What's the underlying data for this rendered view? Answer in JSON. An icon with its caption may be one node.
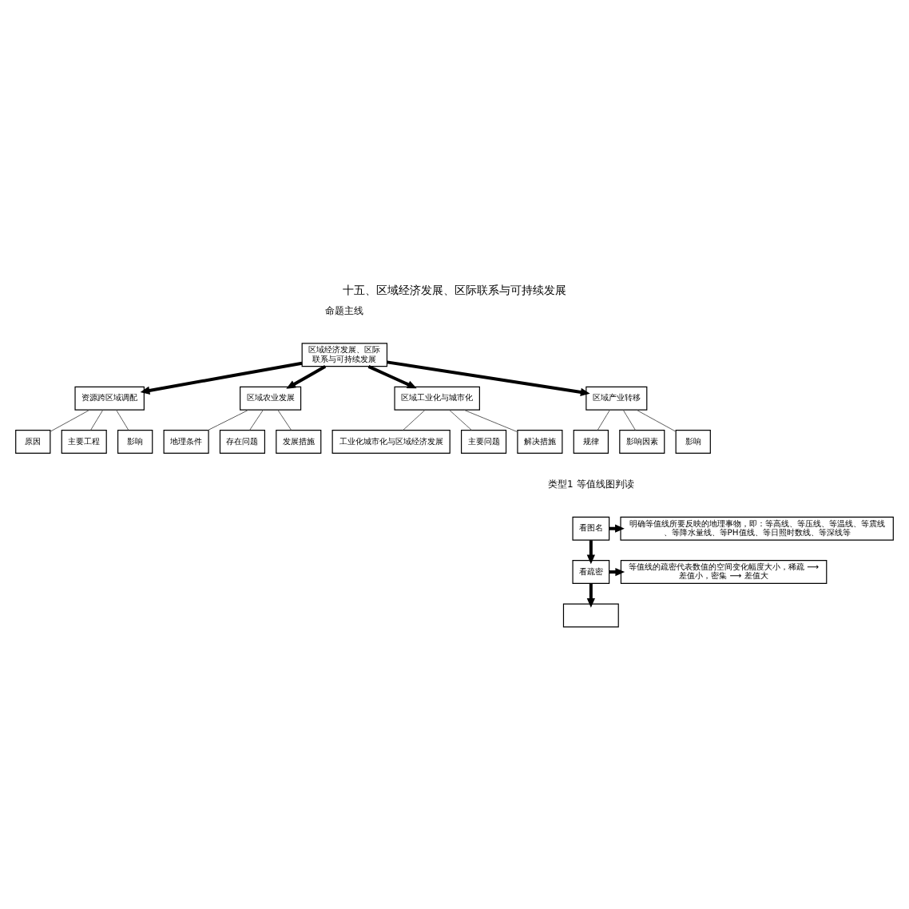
{
  "diagram": {
    "title": "十五、区域经济发展、区际联系与可持续发展",
    "nodes": [
      {
        "text": [
          "区域经济发展、区际联系与可持续发展"
        ]
      },
      {
        "text": [
          "资源跨区域调配"
        ]
      },
      {
        "text": [
          "原因"
        ]
      },
      {
        "text": [
          "主要工程"
        ]
      },
      {
        "text": [
          "影响"
        ]
      },
      {
        "text": [
          "区域农业发展"
        ]
      },
      {
        "text": [
          "地理条件"
        ]
      },
      {
        "text": [
          "存在问题"
        ]
      },
      {
        "text": [
          "发展措施"
        ]
      },
      {
        "text": [
          "区域工业化与城市化"
        ]
      },
      {
        "text": [
          "工业化城市化与区域经济发展"
        ]
      },
      {
        "text": [
          "主要问题"
        ]
      },
      {
        "text": [
          "解决措施"
        ]
      },
      {
        "text": [
          "区域产业转移"
        ]
      },
      {
        "text": [
          "规律"
        ]
      },
      {
        "text": [
          "影响因素"
        ]
      },
      {
        "text": [
          "影响"
        ]
      },
      {
        "text": [
          "看图名"
        ]
      },
      {
        "text": [
          "明确等值线所要反映的地理事物，即：等高线、等压线、等温线、等震线、等降水量线、等PH值线、等日照时数线、等深线等"
        ]
      },
      {
        "text": [
          "看疏密"
        ]
      },
      {
        "text": [
          "等值线的疏密代表数值的空间变化幅度大小，稀疏 ⟶ 差值小，密集 ⟶ 差值大"
        ]
      },
      {
        "text": [],
        "shape": "box"
      }
    ],
    "edges": [
      {
        "from": 0,
        "to": 1,
        "arrow": "to",
        "style": "thick"
      },
      {
        "from": 0,
        "to": 5,
        "arrow": "to",
        "style": "thick"
      },
      {
        "from": 0,
        "to": 9,
        "arrow": "to",
        "style": "thick"
      },
      {
        "from": 0,
        "to": 13,
        "arrow": "to",
        "style": "thick"
      },
      {
        "from": 1,
        "to": 2,
        "arrow": "none"
      },
      {
        "from": 1,
        "to": 3,
        "arrow": "none"
      },
      {
        "from": 1,
        "to": 4,
        "arrow": "none"
      },
      {
        "from": 5,
        "to": 6,
        "arrow": "none"
      },
      {
        "from": 5,
        "to": 7,
        "arrow": "none"
      },
      {
        "from": 5,
        "to": 8,
        "arrow": "none"
      },
      {
        "from": 9,
        "to": 10,
        "arrow": "none"
      },
      {
        "from": 9,
        "to": 11,
        "arrow": "none"
      },
      {
        "from": 9,
        "to": 12,
        "arrow": "none"
      },
      {
        "from": 13,
        "to": 14,
        "arrow": "none"
      },
      {
        "from": 13,
        "to": 15,
        "arrow": "none"
      },
      {
        "from": 13,
        "to": 16,
        "arrow": "none"
      },
      {
        "from": 17,
        "to": 18,
        "arrow": "to",
        "style": "thick"
      },
      {
        "from": 17,
        "to": 19,
        "arrow": "to",
        "style": "thick"
      },
      {
        "from": 19,
        "to": 20,
        "arrow": "to",
        "style": "thick"
      },
      {
        "from": 19,
        "to": 21,
        "arrow": "to",
        "style": "thick"
      }
    ],
    "labels": [
      "命题主线",
      "类型1 等值线图判读"
    ]
  }
}
